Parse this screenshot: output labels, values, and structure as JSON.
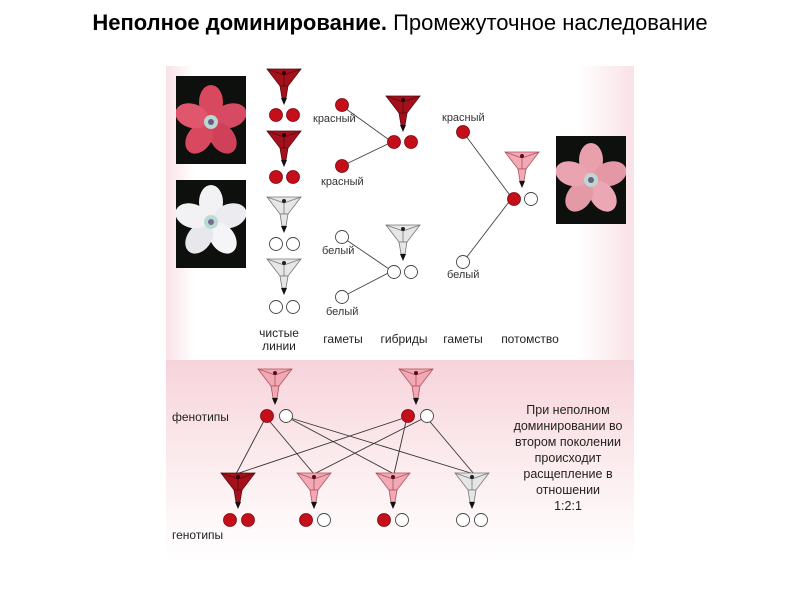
{
  "title": {
    "bold": "Неполное доминирование.",
    "rest": "Промежуточное наследование"
  },
  "labels": {
    "red": "красный",
    "white": "белый",
    "pure_lines_1": "чистые",
    "pure_lines_2": "линии",
    "gametes": "гаметы",
    "hybrids": "гибриды",
    "gametes2": "гаметы",
    "offspring": "потомство",
    "phenotypes": "фенотипы",
    "genotypes": "генотипы"
  },
  "note": [
    "При неполном",
    "доминировании во",
    "втором поколении",
    "происходит",
    "расщепление в",
    "отношении",
    "1:2:1"
  ],
  "colors": {
    "dark_red": "#b4131d",
    "pink": "#f1a7b3",
    "white": "#ffffff",
    "gray": "#c9c9c9"
  }
}
